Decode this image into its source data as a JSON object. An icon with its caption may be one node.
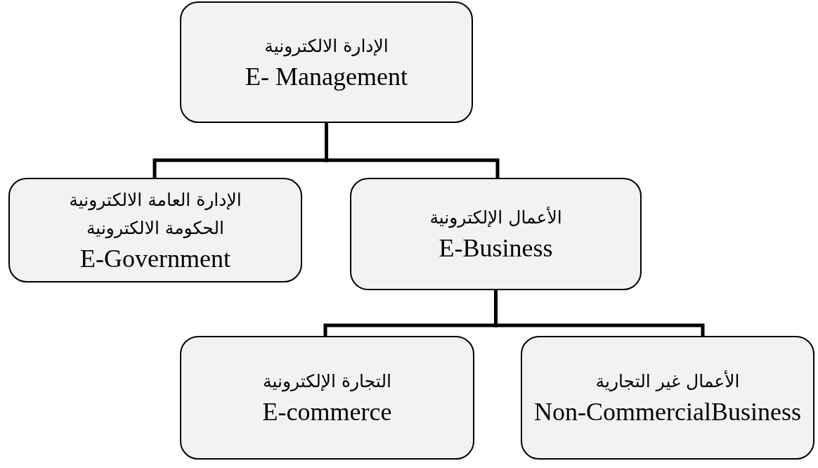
{
  "diagram": {
    "nodes": [
      {
        "text": [
          "الإدارة الالكترونية",
          "E- Management"
        ]
      },
      {
        "text": [
          "الإدارة العامة الالكترونية",
          "الحكومة الالكترونية",
          "E-Government"
        ]
      },
      {
        "text": [
          "الأعمال الإلكترونية",
          "E-Business"
        ]
      },
      {
        "text": [
          "التجارة الإلكترونية",
          "E-commerce"
        ]
      },
      {
        "text": [
          "الأعمال غير التجارية",
          "Non-CommercialBusiness"
        ]
      }
    ],
    "edges": [
      {
        "from": 0,
        "to": 1,
        "arrow": "none"
      },
      {
        "from": 0,
        "to": 2,
        "arrow": "none"
      },
      {
        "from": 2,
        "to": 3,
        "arrow": "none"
      },
      {
        "from": 2,
        "to": 4,
        "arrow": "none"
      }
    ]
  }
}
